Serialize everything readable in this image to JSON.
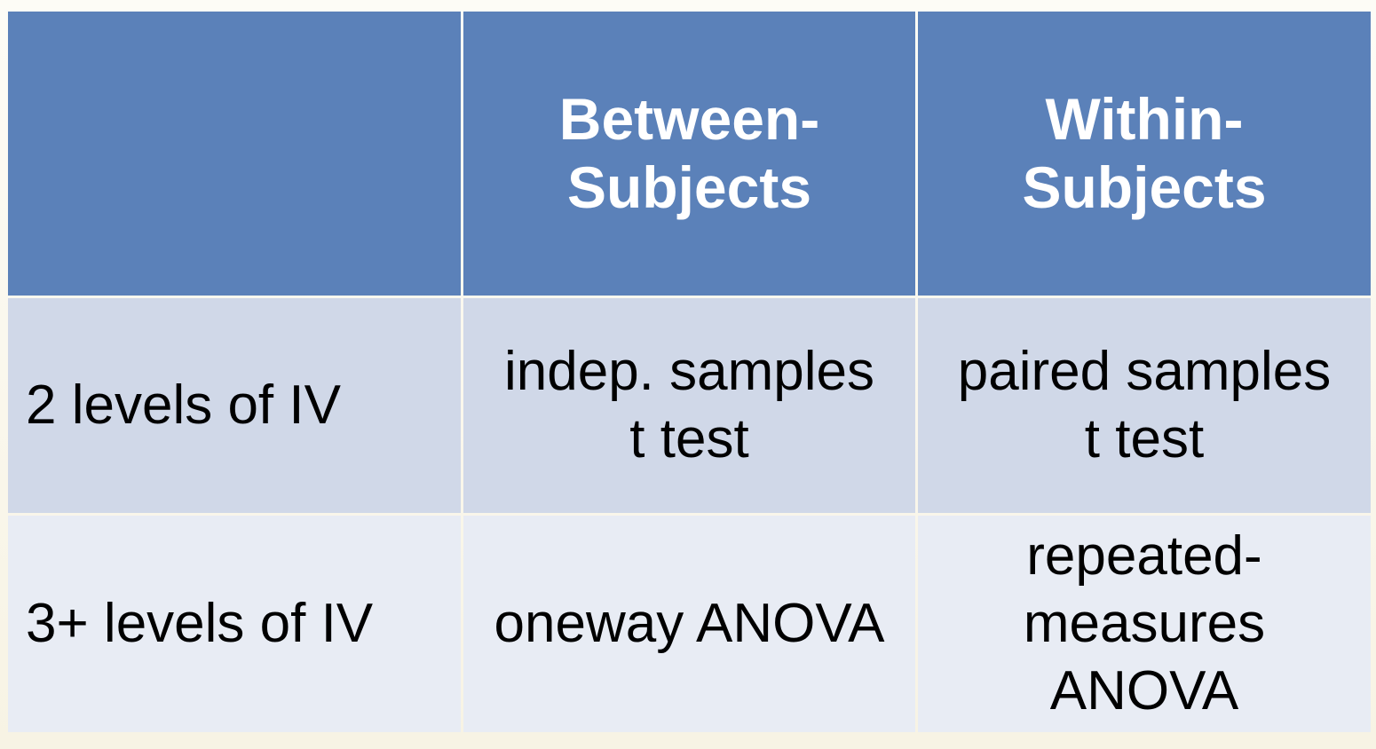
{
  "table": {
    "header": {
      "corner": "",
      "columns": [
        "Between-\nSubjects",
        "Within-\nSubjects"
      ]
    },
    "rows": [
      {
        "label": "2 levels of IV",
        "between": "indep. samples\nt test",
        "within": "paired samples\nt test"
      },
      {
        "label": "3+ levels of IV",
        "between": "oneway ANOVA",
        "within": "repeated-\nmeasures\nANOVA"
      }
    ]
  },
  "colors": {
    "header_bg": "#5b81b9",
    "row1_bg": "#d0d8e8",
    "row2_bg": "#e8ecf4",
    "header_text": "#ffffff",
    "body_text": "#000000"
  }
}
